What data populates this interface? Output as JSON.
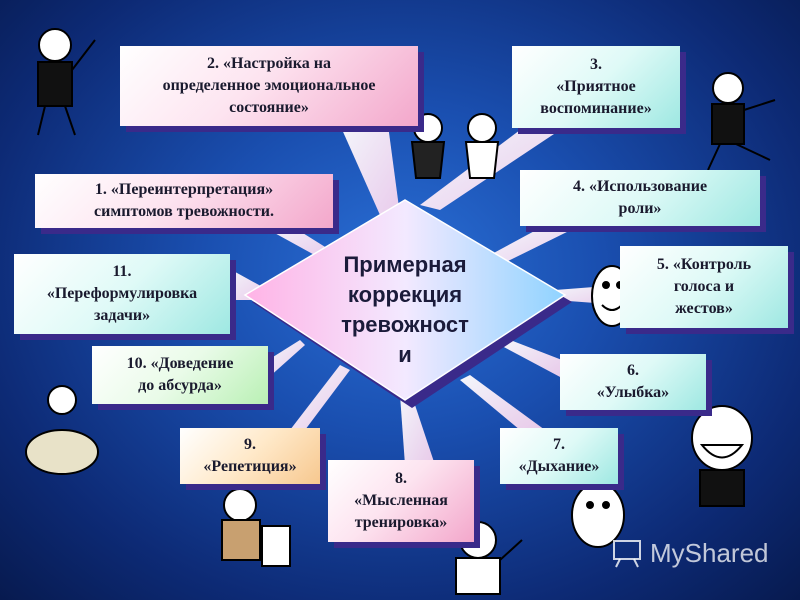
{
  "center": {
    "line1": "Примерная",
    "line2": "коррекция",
    "line3": "тревожност",
    "line4": "и"
  },
  "cards": {
    "c1": {
      "l1": "1. «Переинтерпретация»",
      "l2": "симптомов тревожности."
    },
    "c2": {
      "l1": "2.  «Настройка на",
      "l2": "определенное эмоциональное",
      "l3": "состояние»"
    },
    "c3": {
      "l1": "3.",
      "l2": "«Приятное",
      "l3": "воспоминание»"
    },
    "c4": {
      "l1": "4.  «Использование",
      "l2": "роли»"
    },
    "c5": {
      "l1": "5.  «Контроль",
      "l2": "голоса и",
      "l3": "жестов»"
    },
    "c6": {
      "l1": "6.",
      "l2": "«Улыбка»"
    },
    "c7": {
      "l1": "7.",
      "l2": "«Дыхание»"
    },
    "c8": {
      "l1": "8.",
      "l2": "«Мысленная",
      "l3": "тренировка»"
    },
    "c9": {
      "l1": "9.",
      "l2": "«Репетиция»"
    },
    "c10": {
      "l1": "10.  «Доведение",
      "l2": "до абсурда»"
    },
    "c11": {
      "l1": "11.",
      "l2": "«Переформулировка",
      "l3": "задачи»"
    }
  },
  "watermark": {
    "text": "MyShared",
    "icon": "presentation-board-icon"
  },
  "colors": {
    "background": "#1a4fb0",
    "diamond_left": "#f7a6d6",
    "diamond_right": "#7ec6ff",
    "card_shadow": "#3a2a8a"
  }
}
